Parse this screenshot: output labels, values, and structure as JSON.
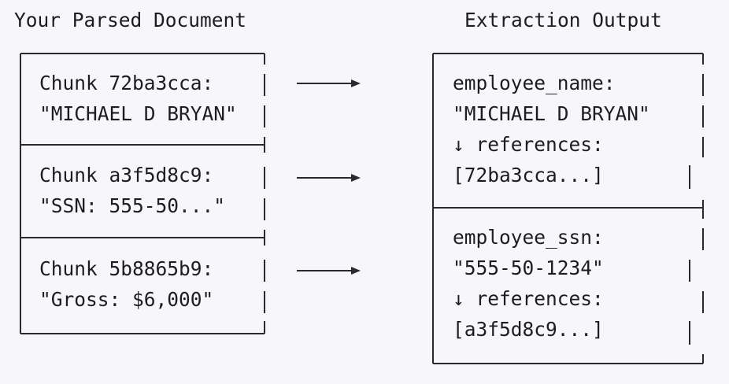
{
  "headings": {
    "left": "Your Parsed Document",
    "right": "Extraction Output"
  },
  "chunks": [
    {
      "label": "Chunk 72ba3cca:",
      "text": "\"MICHAEL D BRYAN\""
    },
    {
      "label": "Chunk a3f5d8c9:",
      "text": "\"SSN: 555-50...\""
    },
    {
      "label": "Chunk 5b8865b9:",
      "text": "\"Gross: $6,000\""
    }
  ],
  "fields": [
    {
      "name": "employee_name:",
      "value": "\"MICHAEL D BRYAN\"",
      "references_label": "↓ references:",
      "references": "[72ba3cca...]"
    },
    {
      "name": "employee_ssn:",
      "value": "\"555-50-1234\"",
      "references_label": "↓ references:",
      "references": "[a3f5d8c9...]"
    }
  ]
}
